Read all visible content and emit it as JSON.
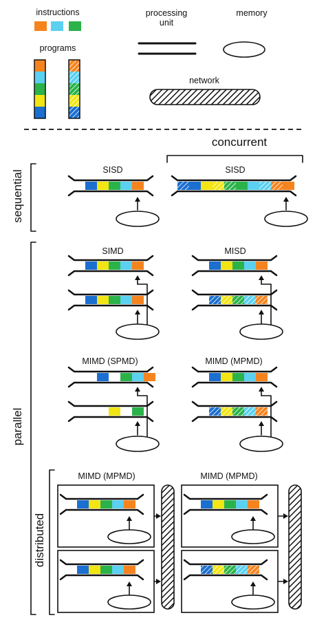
{
  "legend": {
    "instructions_label": "instructions",
    "programs_label": "programs",
    "processing_unit_label_line1": "processing",
    "processing_unit_label_line2": "unit",
    "memory_label": "memory",
    "network_label": "network"
  },
  "headers": {
    "concurrent": "concurrent",
    "sequential": "sequential",
    "parallel": "parallel",
    "distributed": "distributed"
  },
  "sections": {
    "sisd_sequential": "SISD",
    "sisd_concurrent": "SISD",
    "simd": "SIMD",
    "misd": "MISD",
    "mimd_spmd": "MIMD (SPMD)",
    "mimd_mpmd_parallel": "MIMD (MPMD)",
    "mimd_mpmd_dist_left": "MIMD (MPMD)",
    "mimd_mpmd_dist_right": "MIMD (MPMD)"
  },
  "colors": {
    "orange": "#f5841f",
    "cyan": "#5bd0f0",
    "green": "#2bb34a",
    "yellow": "#f2e513",
    "blue": "#1b6fd0",
    "black": "#111111"
  }
}
